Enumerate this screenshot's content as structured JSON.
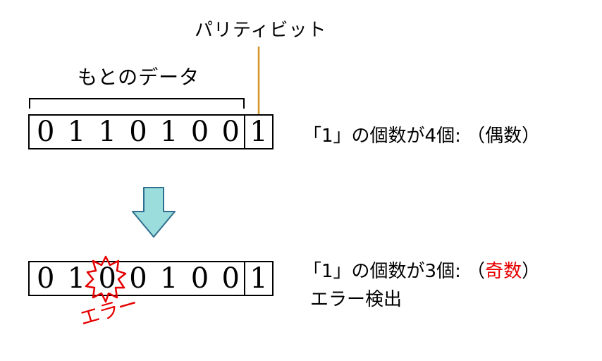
{
  "parity_bit_label": "パリティビット",
  "original_data_label": "もとのデータ",
  "row1": {
    "data_bits": [
      "0",
      "1",
      "1",
      "0",
      "1",
      "0",
      "0"
    ],
    "parity_bit": "1",
    "info_prefix": "「1」の個数が4個: （",
    "info_kind": "偶数",
    "info_suffix": "）"
  },
  "row2": {
    "data_bits": [
      "0",
      "1",
      "0",
      "0",
      "1",
      "0",
      "0"
    ],
    "parity_bit": "1",
    "info_prefix": "「1」の個数が3個: （",
    "info_kind": "奇数",
    "info_suffix": "）",
    "detect_text": "エラー検出",
    "error_label": "エラー"
  },
  "colors": {
    "parity_line": "#d4952a",
    "arrow_fill": "#9bdcdc",
    "arrow_stroke": "#2f6f8f",
    "error_red": "#e60000"
  }
}
